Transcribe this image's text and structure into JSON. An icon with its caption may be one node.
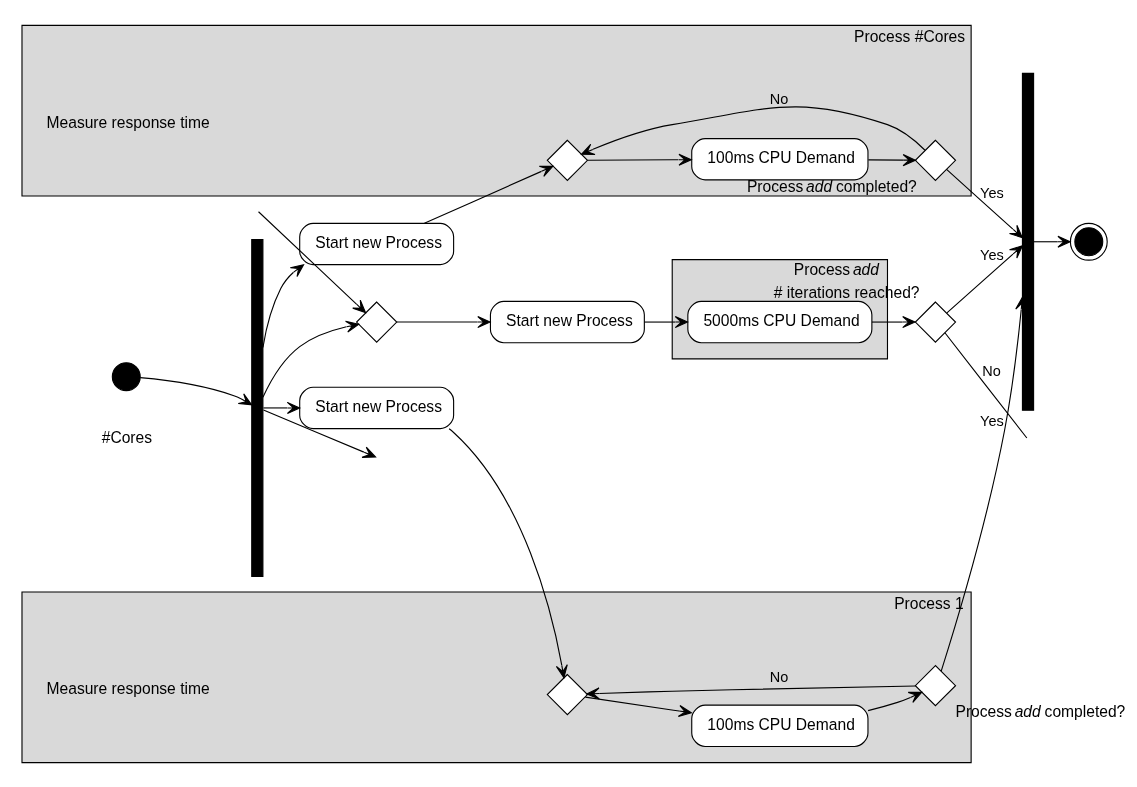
{
  "diagram": {
    "nodes": [
      {
        "text": [],
        "shape": "circle"
      },
      {
        "text": [],
        "shape": "bar"
      },
      {
        "text": [
          "Start new Process"
        ]
      },
      {
        "text": [
          "Process 1"
        ]
      },
      {
        "text": [],
        "shape": "diamond",
        "in": 3
      },
      {
        "text": [
          "100ms CPU Demand"
        ],
        "in": 3
      },
      {
        "text": [],
        "shape": "diamond",
        "in": 3,
        "beside": [
          "Process *add* completed?"
        ]
      },
      {
        "text": [
          "Start new Process"
        ]
      },
      {
        "text": [
          "Process #Cores"
        ]
      },
      {
        "text": [],
        "shape": "diamond",
        "in": 8
      },
      {
        "text": [
          "100ms CPU Demand"
        ],
        "in": 8
      },
      {
        "text": [],
        "shape": "diamond",
        "in": 8,
        "beside": [
          "Process *add* completed?"
        ]
      },
      {
        "text": [],
        "shape": "diamond"
      },
      {
        "text": [
          "Start new Process"
        ]
      },
      {
        "text": [
          "Process *add*"
        ]
      },
      {
        "text": [
          "5000ms CPU Demand"
        ],
        "in": 14
      },
      {
        "text": [],
        "shape": "diamond",
        "beside": [
          "# iterations reached?"
        ]
      },
      {
        "text": [],
        "shape": "bar"
      },
      {
        "text": [],
        "shape": "circle"
      }
    ],
    "edges": [
      {
        "from": 0,
        "to": 1,
        "arrow": "to"
      },
      {
        "from": 1,
        "to": 2,
        "arrow": "to"
      },
      {
        "from": 1,
        "to": null,
        "arrow": "to"
      },
      {
        "from": 1,
        "to": 7,
        "arrow": "to"
      },
      {
        "from": 1,
        "to": 12,
        "arrow": "to"
      },
      {
        "from": 2,
        "to": 4,
        "arrow": "to"
      },
      {
        "from": 4,
        "to": 5,
        "arrow": "to"
      },
      {
        "from": 5,
        "to": 6,
        "arrow": "to"
      },
      {
        "from": 6,
        "to": 17,
        "arrow": "to",
        "label": "Yes"
      },
      {
        "from": 6,
        "to": 4,
        "arrow": "to",
        "label": "No"
      },
      {
        "from": 7,
        "to": 9,
        "arrow": "to"
      },
      {
        "from": 9,
        "to": 10,
        "arrow": "to"
      },
      {
        "from": 10,
        "to": 11,
        "arrow": "to"
      },
      {
        "from": 11,
        "to": 17,
        "arrow": "to",
        "label": "Yes"
      },
      {
        "from": 11,
        "to": 9,
        "arrow": "to",
        "label": "No"
      },
      {
        "from": 12,
        "to": 13,
        "arrow": "to"
      },
      {
        "from": 13,
        "to": 15,
        "arrow": "to"
      },
      {
        "from": 15,
        "to": 16,
        "arrow": "to"
      },
      {
        "from": 16,
        "to": 17,
        "arrow": "to",
        "label": "Yes"
      },
      {
        "from": 16,
        "to": null,
        "arrow": "none",
        "label": "No"
      },
      {
        "from": null,
        "to": 12,
        "arrow": "to"
      },
      {
        "from": 17,
        "to": 18,
        "arrow": "to"
      }
    ],
    "labels": [
      "#Cores",
      "Measure response time",
      "Measure response time"
    ]
  }
}
